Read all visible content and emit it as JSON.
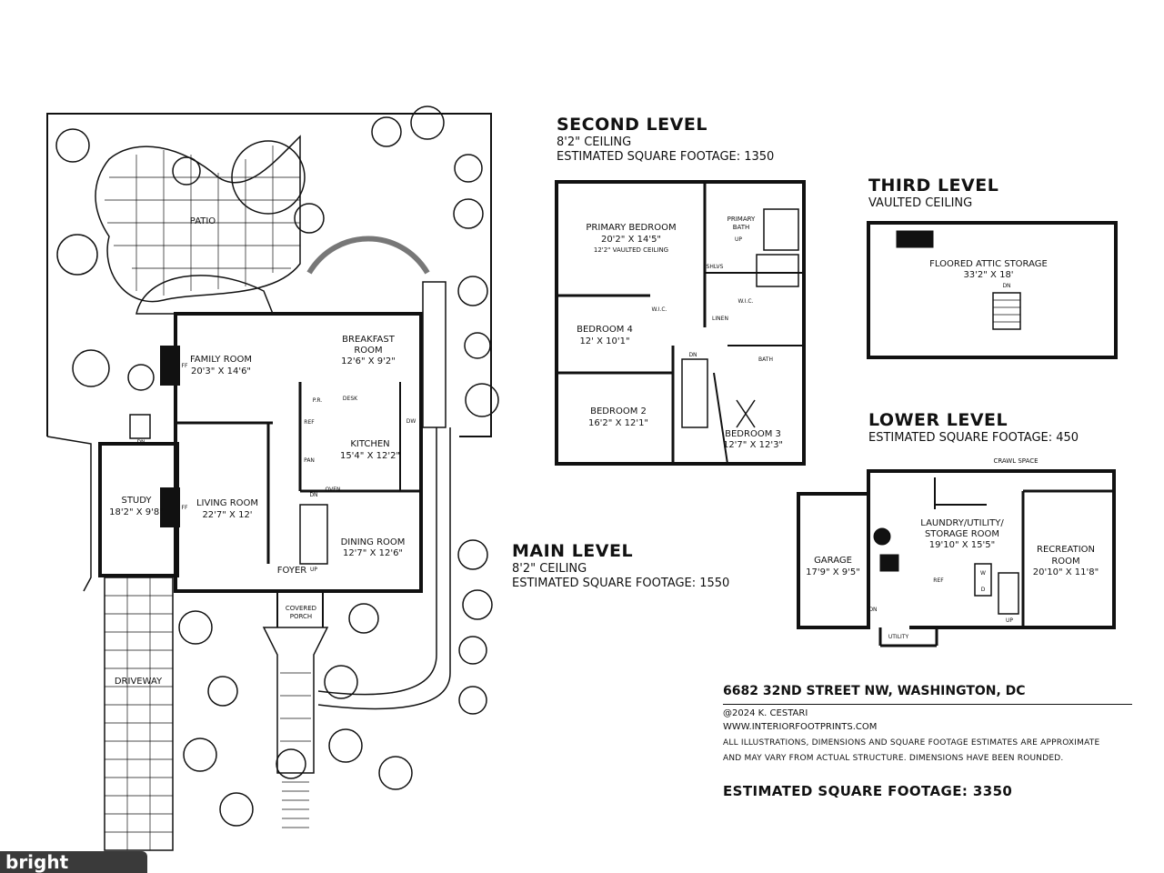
{
  "levels": {
    "second": {
      "title": "SECOND LEVEL",
      "ceiling": "8'2\" CEILING",
      "sqft": "ESTIMATED SQUARE FOOTAGE: 1350"
    },
    "third": {
      "title": "THIRD LEVEL",
      "ceiling": "VAULTED CEILING"
    },
    "lower": {
      "title": "LOWER LEVEL",
      "sqft": "ESTIMATED SQUARE FOOTAGE: 450"
    },
    "main": {
      "title": "MAIN LEVEL",
      "ceiling": "8'2\" CEILING",
      "sqft": "ESTIMATED SQUARE FOOTAGE: 1550"
    }
  },
  "rooms": {
    "main": {
      "patio": "PATIO",
      "family_room": "FAMILY ROOM",
      "family_room_dim": "20'3\" X 14'6\"",
      "breakfast_room_1": "BREAKFAST",
      "breakfast_room_2": "ROOM",
      "breakfast_room_dim": "12'6\" X 9'2\"",
      "kitchen": "KITCHEN",
      "kitchen_dim": "15'4\" X 12'2\"",
      "study": "STUDY",
      "study_dim": "18'2\" X 9'8\"",
      "living_room": "LIVING ROOM",
      "living_room_dim": "22'7\" X 12'",
      "dining_room": "DINING ROOM",
      "dining_room_dim": "12'7\" X 12'6\"",
      "foyer": "FOYER",
      "covered_porch_1": "COVERED",
      "covered_porch_2": "PORCH",
      "driveway": "DRIVEWAY",
      "ff": "FF",
      "pr": "P.R.",
      "ref": "REF",
      "pan": "PAN",
      "desk": "DESK",
      "dw": "DW",
      "up": "UP",
      "dn": "DN",
      "oven": "OVEN"
    },
    "second": {
      "primary_bedroom": "PRIMARY BEDROOM",
      "primary_bedroom_dim": "20'2\" X 14'5\"",
      "primary_bedroom_note": "12'2\" VAULTED CEILING",
      "primary_bath_1": "PRIMARY",
      "primary_bath_2": "BATH",
      "bedroom4": "BEDROOM 4",
      "bedroom4_dim": "12' X 10'1\"",
      "bedroom2": "BEDROOM 2",
      "bedroom2_dim": "16'2\" X 12'1\"",
      "bedroom3": "BEDROOM 3",
      "bedroom3_dim": "12'7\" X 12'3\"",
      "wic": "W.I.C.",
      "linen": "LINEN",
      "bath": "BATH",
      "shlvs": "SHLVS",
      "dn": "DN",
      "up": "UP"
    },
    "third": {
      "attic": "FLOORED ATTIC STORAGE",
      "attic_dim": "33'2\" X 18'",
      "dn": "DN"
    },
    "lower": {
      "crawl_space": "CRAWL SPACE",
      "laundry_1": "LAUNDRY/UTILITY/",
      "laundry_2": "STORAGE ROOM",
      "laundry_dim": "19'10\" X 15'5\"",
      "recreation_1": "RECREATION",
      "recreation_2": "ROOM",
      "recreation_dim": "20'10\" X 11'8\"",
      "garage": "GARAGE",
      "garage_dim": "17'9\" X 9'5\"",
      "utility": "UTILITY",
      "ref": "REF",
      "w": "W",
      "d": "D",
      "dn": "DN",
      "up": "UP"
    }
  },
  "info": {
    "address": "6682 32ND STREET NW, WASHINGTON, DC",
    "copyright": "@2024 K. CESTARI",
    "website": "WWW.INTERIORFOOTPRINTS.COM",
    "disclaimer_1": "ALL ILLUSTRATIONS, DIMENSIONS AND SQUARE FOOTAGE ESTIMATES ARE APPROXIMATE",
    "disclaimer_2": "AND MAY VARY FROM ACTUAL STRUCTURE. DIMENSIONS HAVE BEEN ROUNDED.",
    "total": "ESTIMATED SQUARE FOOTAGE: 3350"
  },
  "logo": {
    "text": "bright"
  }
}
